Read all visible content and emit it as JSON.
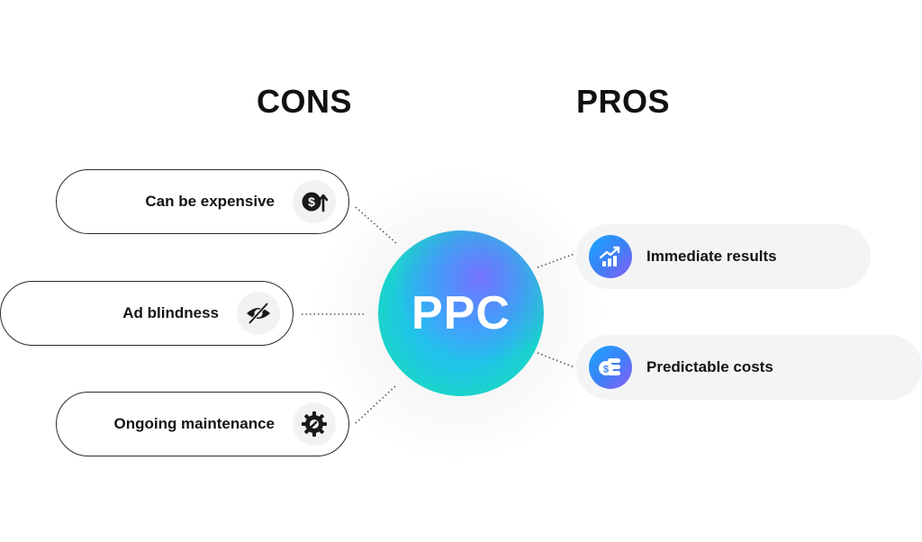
{
  "headings": {
    "cons": "CONS",
    "pros": "PROS"
  },
  "center": {
    "label": "PPC"
  },
  "cons": [
    {
      "label": "Can be expensive",
      "icon": "dollar-up-icon"
    },
    {
      "label": "Ad blindness",
      "icon": "eye-slash-icon"
    },
    {
      "label": "Ongoing maintenance",
      "icon": "gear-wrench-icon"
    }
  ],
  "pros": [
    {
      "label": "Immediate results",
      "icon": "chart-up-icon"
    },
    {
      "label": "Predictable costs",
      "icon": "coin-stack-icon"
    }
  ],
  "colors": {
    "accent_teal": "#12d9b8",
    "accent_blue": "#36b6ff",
    "accent_purple": "#8b5cf6",
    "text": "#141414",
    "pro_bg": "#f3f4f6"
  }
}
